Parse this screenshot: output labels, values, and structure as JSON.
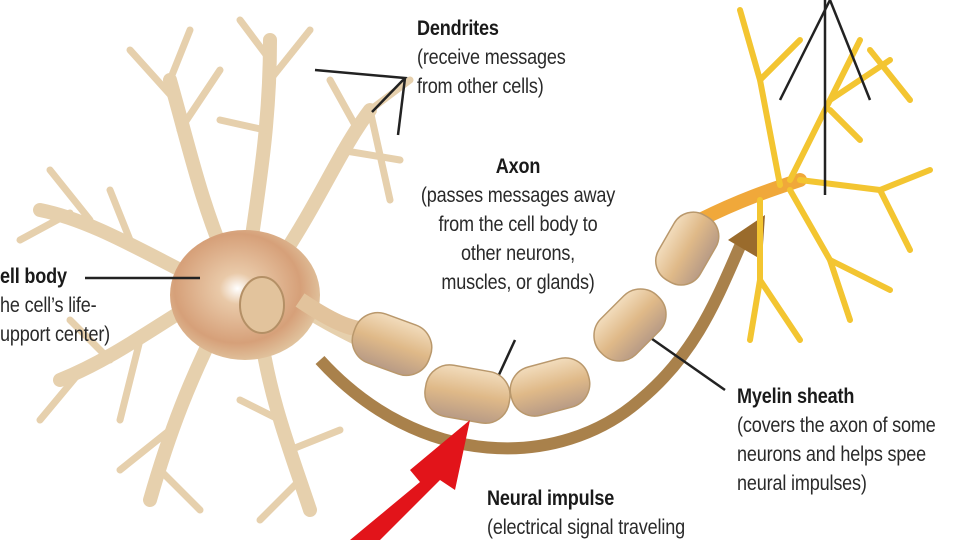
{
  "labels": {
    "dendrites": {
      "title": "Dendrites",
      "lines": [
        "(receive messages",
        "from other cells)"
      ]
    },
    "axon": {
      "title": "Axon",
      "lines": [
        "(passes messages away",
        "from the cell body to",
        "other neurons,",
        "muscles, or glands)"
      ]
    },
    "cell_body": {
      "title": "ell body",
      "lines": [
        "he cell’s life-",
        "upport center)"
      ]
    },
    "myelin": {
      "title": "Myelin sheath",
      "lines": [
        "(covers the axon of some",
        "neurons and helps spee",
        "neural impulses)"
      ]
    },
    "impulse": {
      "title": "Neural impulse",
      "lines": [
        "(electrical signal traveling"
      ]
    }
  },
  "colors": {
    "dendrite": "#e8d3b0",
    "cell_body": "#d9a77f",
    "myelin": "#e6c89a",
    "terminal": "#f3c531",
    "impulse_arrow": "#9a6b2c",
    "pointer_arrow": "#e2141a"
  }
}
